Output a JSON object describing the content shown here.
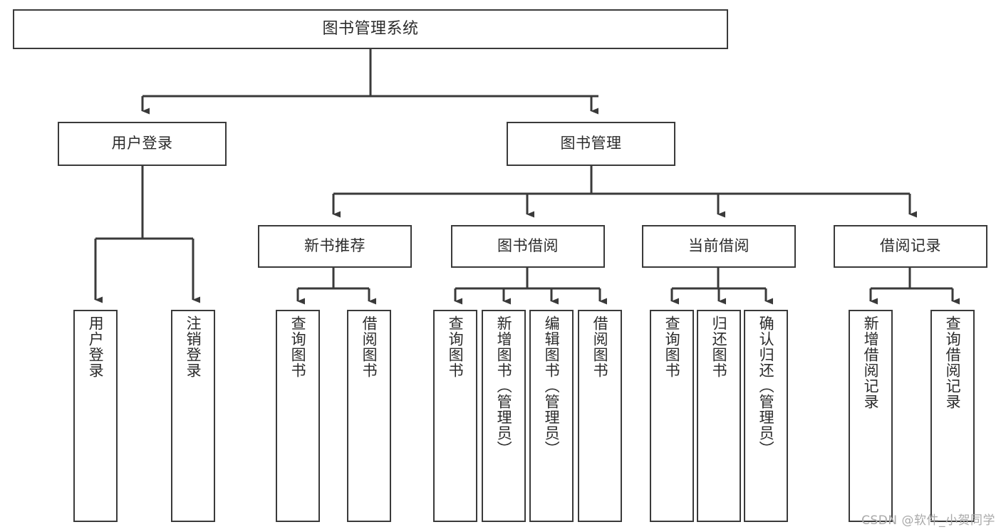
{
  "diagram": {
    "type": "tree",
    "title": "图书管理系统",
    "watermark": "CSDN @软件_小贺同学",
    "style": {
      "stroke": "#3a3a3a",
      "fill": "#ffffff",
      "text_color": "#2b2b2b",
      "watermark_color": "#a9a9a9"
    },
    "levels": {
      "root": "图书管理系统",
      "level2": [
        "用户登录",
        "图书管理"
      ],
      "level3": [
        "新书推荐",
        "图书借阅",
        "当前借阅",
        "借阅记录"
      ]
    },
    "nodes": {
      "root": {
        "label": "图书管理系统"
      },
      "user_login": {
        "label": "用户登录"
      },
      "book_manage": {
        "label": "图书管理"
      },
      "new_book_rec": {
        "label": "新书推荐"
      },
      "book_borrow": {
        "label": "图书借阅"
      },
      "current_borrow": {
        "label": "当前借阅"
      },
      "borrow_record": {
        "label": "借阅记录"
      },
      "leaf_user_login": {
        "label": "用户登录"
      },
      "leaf_logout": {
        "label": "注销登录"
      },
      "leaf_query_book_1": {
        "label": "查询图书"
      },
      "leaf_borrow_book_1": {
        "label": "借阅图书"
      },
      "leaf_query_book_2": {
        "label": "查询图书"
      },
      "leaf_add_book": {
        "label": "新增图书（管理员）"
      },
      "leaf_edit_book": {
        "label": "编辑图书（管理员）"
      },
      "leaf_borrow_book_2": {
        "label": "借阅图书"
      },
      "leaf_query_book_3": {
        "label": "查询图书"
      },
      "leaf_return_book": {
        "label": "归还图书"
      },
      "leaf_confirm_return": {
        "label": "确认归还（管理员）"
      },
      "leaf_add_record": {
        "label": "新增借阅记录"
      },
      "leaf_query_record": {
        "label": "查询借阅记录"
      }
    },
    "edges": [
      {
        "from": "root",
        "to": "user_login"
      },
      {
        "from": "root",
        "to": "book_manage"
      },
      {
        "from": "user_login",
        "to": "leaf_user_login"
      },
      {
        "from": "user_login",
        "to": "leaf_logout"
      },
      {
        "from": "book_manage",
        "to": "new_book_rec"
      },
      {
        "from": "book_manage",
        "to": "book_borrow"
      },
      {
        "from": "book_manage",
        "to": "current_borrow"
      },
      {
        "from": "book_manage",
        "to": "borrow_record"
      },
      {
        "from": "new_book_rec",
        "to": "leaf_query_book_1"
      },
      {
        "from": "new_book_rec",
        "to": "leaf_borrow_book_1"
      },
      {
        "from": "book_borrow",
        "to": "leaf_query_book_2"
      },
      {
        "from": "book_borrow",
        "to": "leaf_add_book"
      },
      {
        "from": "book_borrow",
        "to": "leaf_edit_book"
      },
      {
        "from": "book_borrow",
        "to": "leaf_borrow_book_2"
      },
      {
        "from": "current_borrow",
        "to": "leaf_query_book_3"
      },
      {
        "from": "current_borrow",
        "to": "leaf_return_book"
      },
      {
        "from": "current_borrow",
        "to": "leaf_confirm_return"
      },
      {
        "from": "borrow_record",
        "to": "leaf_add_record"
      },
      {
        "from": "borrow_record",
        "to": "leaf_query_record"
      }
    ]
  }
}
